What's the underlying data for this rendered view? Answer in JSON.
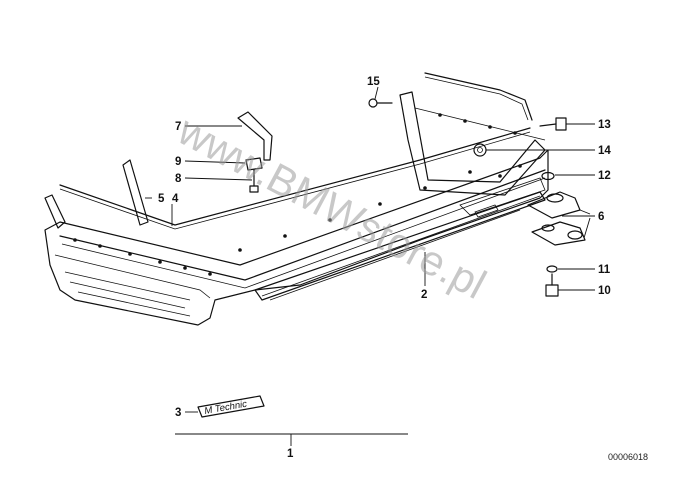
{
  "diagram": {
    "reference_number": "00006018",
    "watermark": "www.BMWstore.pl",
    "badge_text": "M Technic",
    "callouts": [
      "1",
      "2",
      "3",
      "4",
      "5",
      "6",
      "7",
      "8",
      "9",
      "10",
      "11",
      "12",
      "13",
      "14",
      "15"
    ]
  }
}
